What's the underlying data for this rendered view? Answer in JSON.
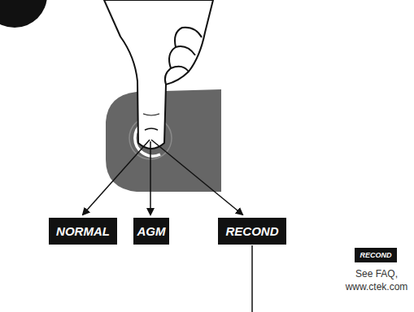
{
  "diagram": {
    "nodes": [
      {
        "text": [
          "NORMAL"
        ]
      },
      {
        "text": [
          "AGM"
        ]
      },
      {
        "text": [
          "RECOND"
        ]
      },
      {
        "text": [
          "RECOND"
        ]
      }
    ],
    "labels": [
      "See FAQ, www.ctek.com"
    ]
  }
}
